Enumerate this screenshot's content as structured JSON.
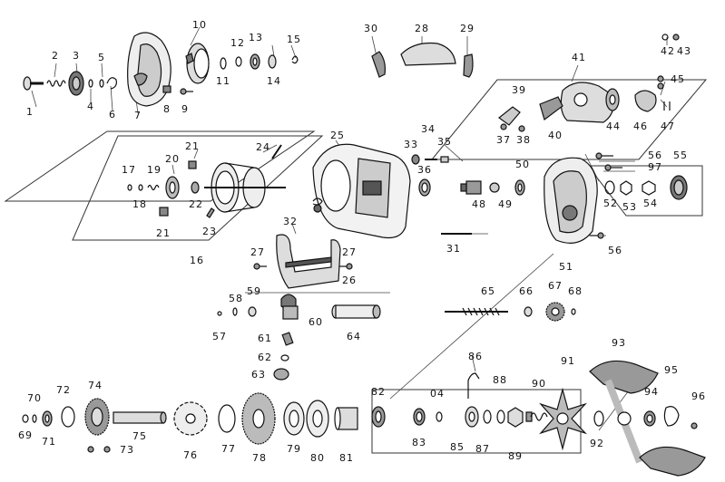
{
  "labels": [
    "1",
    "2",
    "3",
    "4",
    "5",
    "6",
    "7",
    "8",
    "9",
    "10",
    "11",
    "12",
    "13",
    "14",
    "15",
    "16",
    "17",
    "18",
    "19",
    "20",
    "21",
    "21",
    "22",
    "23",
    "24",
    "25",
    "26",
    "27",
    "27",
    "28",
    "29",
    "30",
    "31",
    "32",
    "33",
    "34",
    "35",
    "36",
    "37",
    "38",
    "39",
    "40",
    "41",
    "42",
    "43",
    "44",
    "45",
    "46",
    "47",
    "48",
    "49",
    "50",
    "51",
    "52",
    "53",
    "54",
    "55",
    "56",
    "56",
    "57",
    "58",
    "59",
    "60",
    "61",
    "62",
    "63",
    "64",
    "65",
    "66",
    "67",
    "68",
    "69",
    "70",
    "71",
    "72",
    "73",
    "74",
    "75",
    "76",
    "77",
    "78",
    "79",
    "80",
    "81",
    "82",
    "83",
    "04",
    "85",
    "86",
    "87",
    "88",
    "89",
    "90",
    "91",
    "92",
    "93",
    "94",
    "95",
    "96",
    "97"
  ]
}
